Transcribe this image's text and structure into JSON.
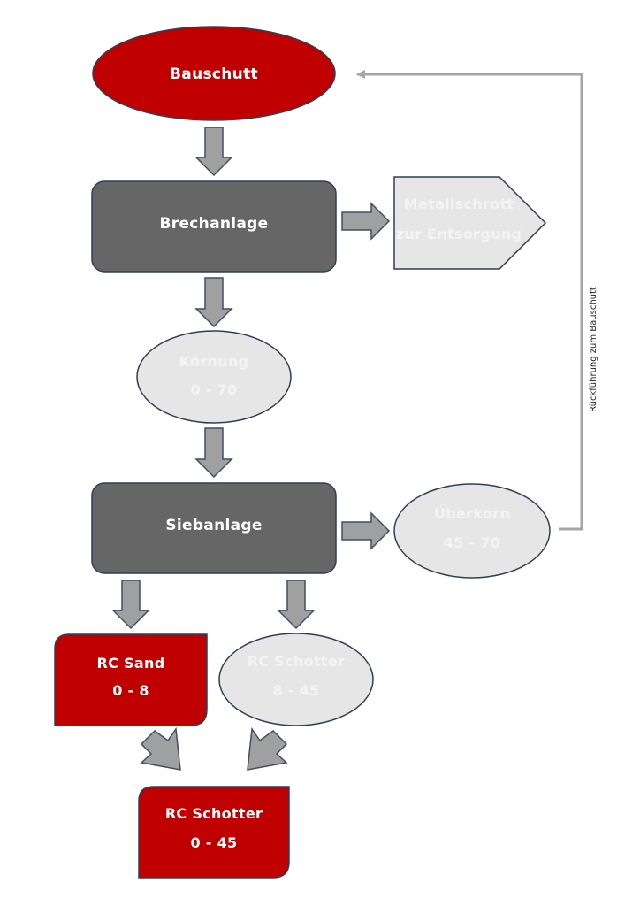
{
  "nodes": {
    "bauschutt": {
      "label": "Bauschutt"
    },
    "brechanlage": {
      "label": "Brechanlage"
    },
    "metallschrott": {
      "line1": "Metallschrott",
      "line2": "zur Entsorgung"
    },
    "koernung": {
      "line1": "Körnung",
      "line2": "0 - 70"
    },
    "siebanlage": {
      "label": "Siebanlage"
    },
    "ueberkorn": {
      "line1": "Überkorn",
      "line2": "45 - 70"
    },
    "rc_sand": {
      "line1": "RC Sand",
      "line2": "0 - 8"
    },
    "rc_schotter_8_45": {
      "line1": "RC Schotter",
      "line2": "8 - 45"
    },
    "rc_schotter_0_45": {
      "line1": "RC Schotter",
      "line2": "0 - 45"
    }
  },
  "feedback": {
    "label": "Rückführung zum Bauschutt"
  },
  "colors": {
    "red": "#c00000",
    "dark_gray": "#666666",
    "light_gray": "#e6e6e6",
    "outline": "#2f3e57",
    "arrow_gray": "#a0a0a0",
    "line_gray": "#a6a6a6"
  }
}
